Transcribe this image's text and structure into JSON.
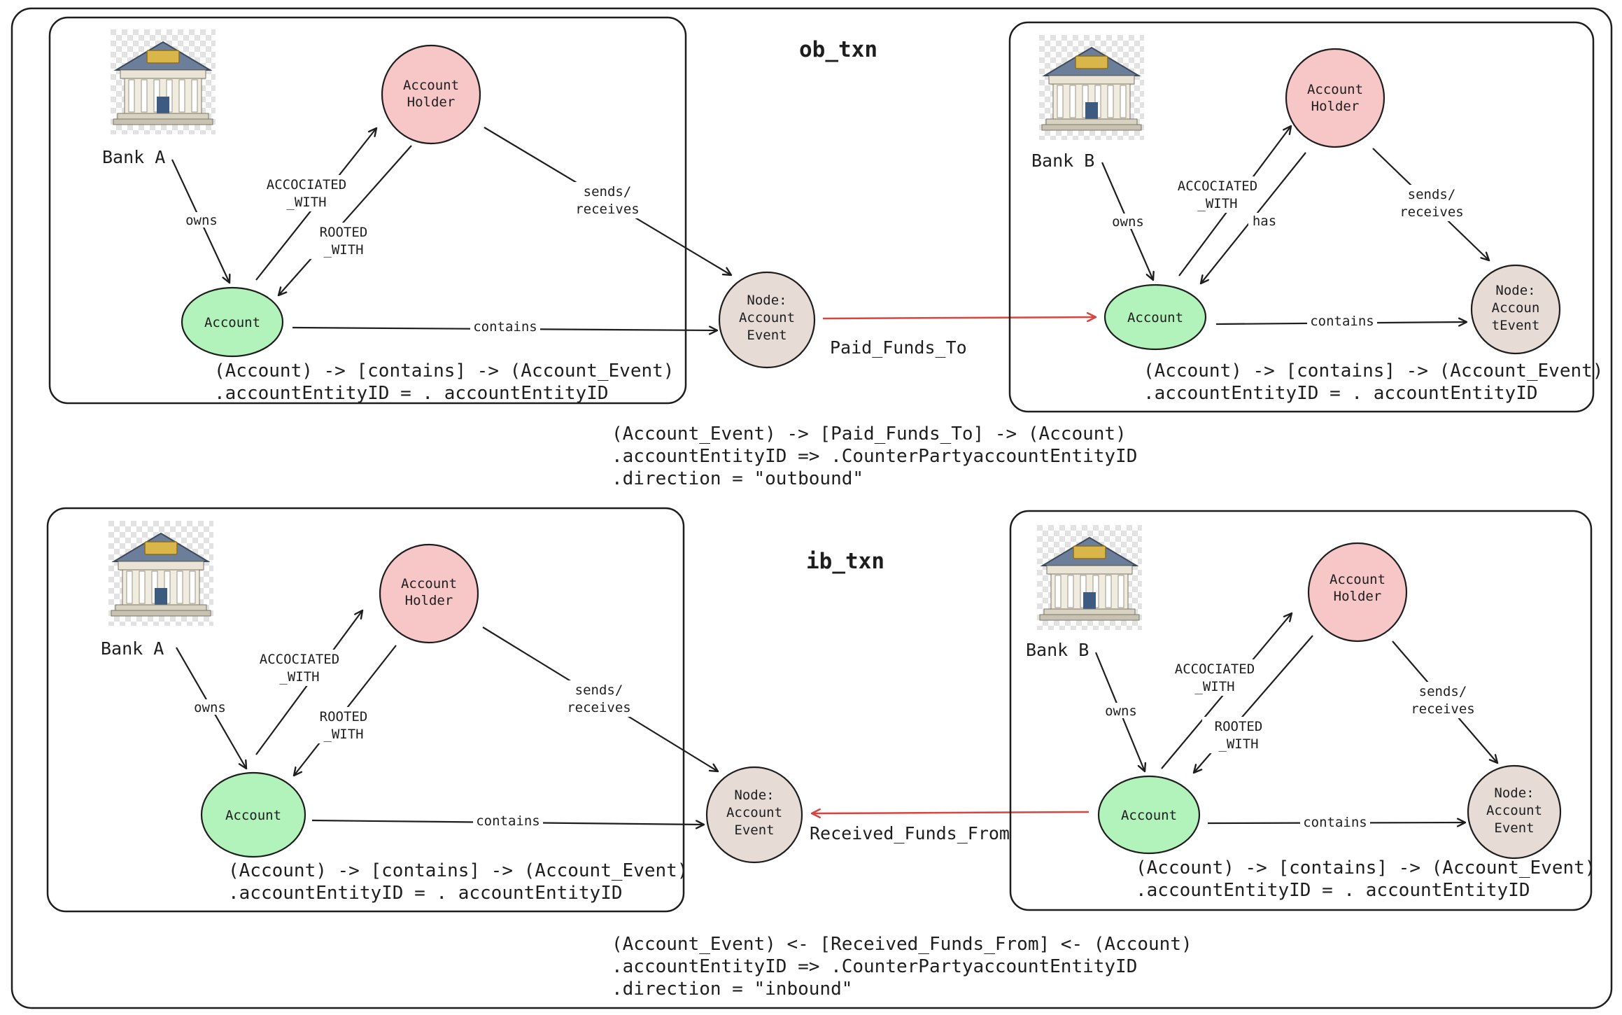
{
  "colors": {
    "account_fill": "#b2f2bb",
    "holder_fill": "#f7c6c7",
    "event_fill": "#e7dbd6",
    "stroke": "#1e1e1e",
    "red_arrow": "#d9443f"
  },
  "outbound": {
    "title": "ob_txn",
    "bank_a": {
      "bank_label": "Bank A",
      "holder_line1": "Account",
      "holder_line2": "Holder",
      "account_label": "Account",
      "owns": "owns",
      "assoc_line1": "ACCOCIATED",
      "assoc_line2": "_WITH",
      "rooted_line1": "ROOTED",
      "rooted_line2": "_WITH",
      "sends_line1": "sends/",
      "sends_line2": "receives",
      "contains": "contains",
      "rule_line1": "(Account) -> [contains] -> (Account_Event)",
      "rule_line2": ".accountEntityID  = . accountEntityID"
    },
    "event_node": {
      "line1": "Node:",
      "line2": "Account",
      "line3": "Event"
    },
    "relation": "Paid_Funds_To",
    "bank_b": {
      "bank_label": "Bank B",
      "holder_line1": "Account",
      "holder_line2": "Holder",
      "account_label": "Account",
      "owns": "owns",
      "assoc_line1": "ACCOCIATED",
      "assoc_line2": "_WITH",
      "has": "has",
      "sends_line1": "sends/",
      "sends_line2": "receives",
      "contains": "contains",
      "event_line1": "Node:",
      "event_line2": "Accoun",
      "event_line3": "tEvent",
      "rule_line1": "(Account) -> [contains] -> (Account_Event)",
      "rule_line2": ".accountEntityID  = . accountEntityID"
    },
    "cross_rule": {
      "line1": "(Account_Event) -> [Paid_Funds_To] -> (Account)",
      "line2": ".accountEntityID => .CounterPartyaccountEntityID",
      "line3": ".direction = \"outbound\""
    }
  },
  "inbound": {
    "title": "ib_txn",
    "bank_a": {
      "bank_label": "Bank A",
      "holder_line1": "Account",
      "holder_line2": "Holder",
      "account_label": "Account",
      "owns": "owns",
      "assoc_line1": "ACCOCIATED",
      "assoc_line2": "_WITH",
      "rooted_line1": "ROOTED",
      "rooted_line2": "_WITH",
      "sends_line1": "sends/",
      "sends_line2": "receives",
      "contains": "contains",
      "rule_line1": "(Account) -> [contains] -> (Account_Event)",
      "rule_line2": ".accountEntityID  = . accountEntityID"
    },
    "event_node": {
      "line1": "Node:",
      "line2": "Account",
      "line3": "Event"
    },
    "relation": "Received_Funds_From",
    "bank_b": {
      "bank_label": "Bank B",
      "holder_line1": "Account",
      "holder_line2": "Holder",
      "account_label": "Account",
      "owns": "owns",
      "assoc_line1": "ACCOCIATED",
      "assoc_line2": "_WITH",
      "rooted_line1": "ROOTED",
      "rooted_line2": "_WITH",
      "sends_line1": "sends/",
      "sends_line2": "receives",
      "contains": "contains",
      "event_line1": "Node:",
      "event_line2": "Account",
      "event_line3": "Event",
      "rule_line1": "(Account) -> [contains] -> (Account_Event)",
      "rule_line2": ".accountEntityID  = . accountEntityID"
    },
    "cross_rule": {
      "line1": "(Account_Event) <- [Received_Funds_From] <- (Account)",
      "line2": ".accountEntityID => .CounterPartyaccountEntityID",
      "line3": ".direction = \"inbound\""
    }
  },
  "icons": {
    "bank": "bank-building-icon"
  }
}
